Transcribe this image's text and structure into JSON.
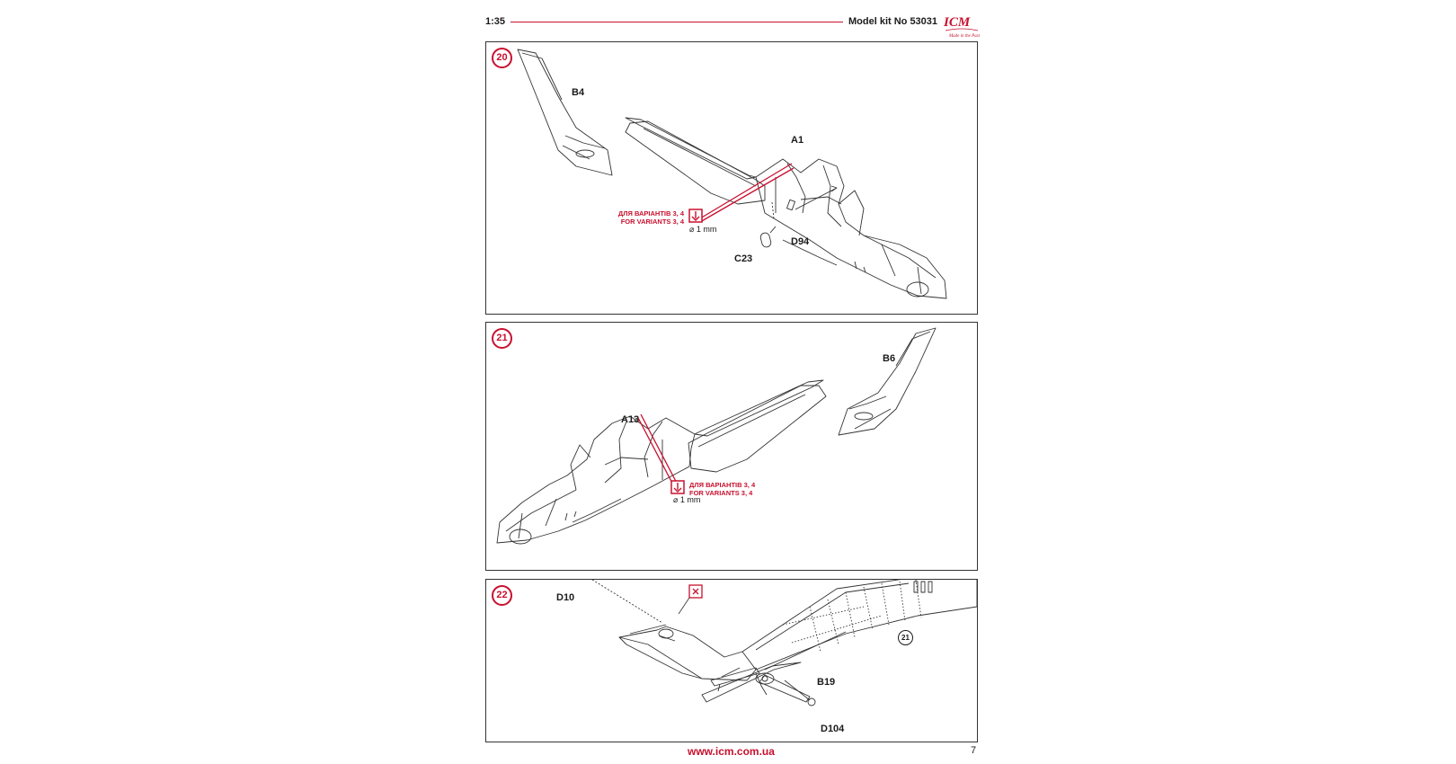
{
  "header": {
    "scale": "1:35",
    "model_kit": "Model kit No 53031",
    "logo_text": "ICM",
    "logo_tagline": "Made in the Past"
  },
  "colors": {
    "accent": "#c8102e",
    "line": "#333333"
  },
  "steps": [
    {
      "number": "20",
      "parts": [
        "B4",
        "A1",
        "D94",
        "C23"
      ],
      "note_ua": "ДЛЯ ВАРІАНТІВ 3, 4",
      "note_en": "FOR VARIANTS 3, 4",
      "drill": "⌀ 1 mm"
    },
    {
      "number": "21",
      "parts": [
        "B6",
        "A13"
      ],
      "note_ua": "ДЛЯ ВАРІАНТІВ 3, 4",
      "note_en": "FOR VARIANTS 3, 4",
      "drill": "⌀ 1 mm"
    },
    {
      "number": "22",
      "parts": [
        "D10",
        "B19",
        "D104"
      ],
      "step_ref": "21"
    }
  ],
  "footer": {
    "website": "www.icm.com.ua",
    "page_number": "7"
  }
}
